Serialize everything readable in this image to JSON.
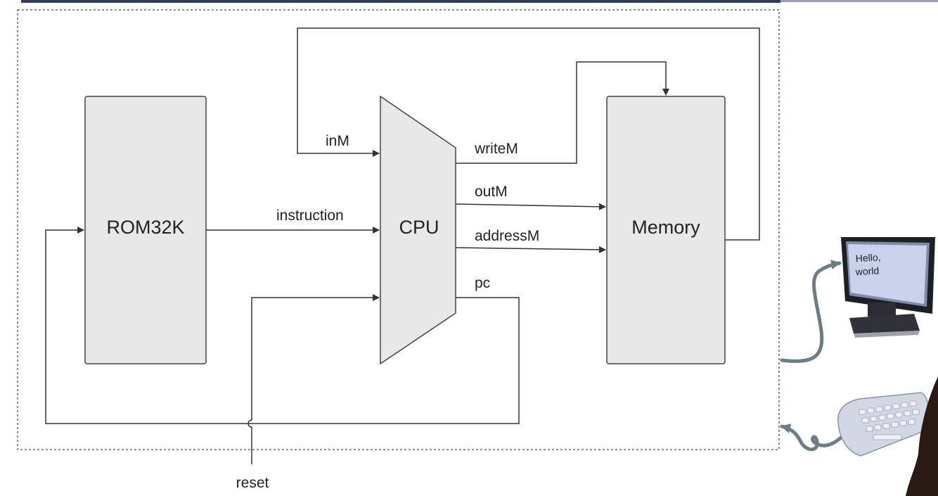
{
  "chips": {
    "rom": "ROM32K",
    "cpu": "CPU",
    "memory": "Memory"
  },
  "signals": {
    "inM": "inM",
    "writeM": "writeM",
    "outM": "outM",
    "instruction": "instruction",
    "addressM": "addressM",
    "pc": "pc",
    "reset": "reset"
  },
  "screen": {
    "text_line1": "Hello,",
    "text_line2": "world"
  },
  "icons": [
    "monitor-icon",
    "keyboard-icon"
  ],
  "colors": {
    "chip_fill": "#e8e8e8",
    "frame_dashed": "#3f4a86",
    "io_wire": "#6e7d85"
  }
}
